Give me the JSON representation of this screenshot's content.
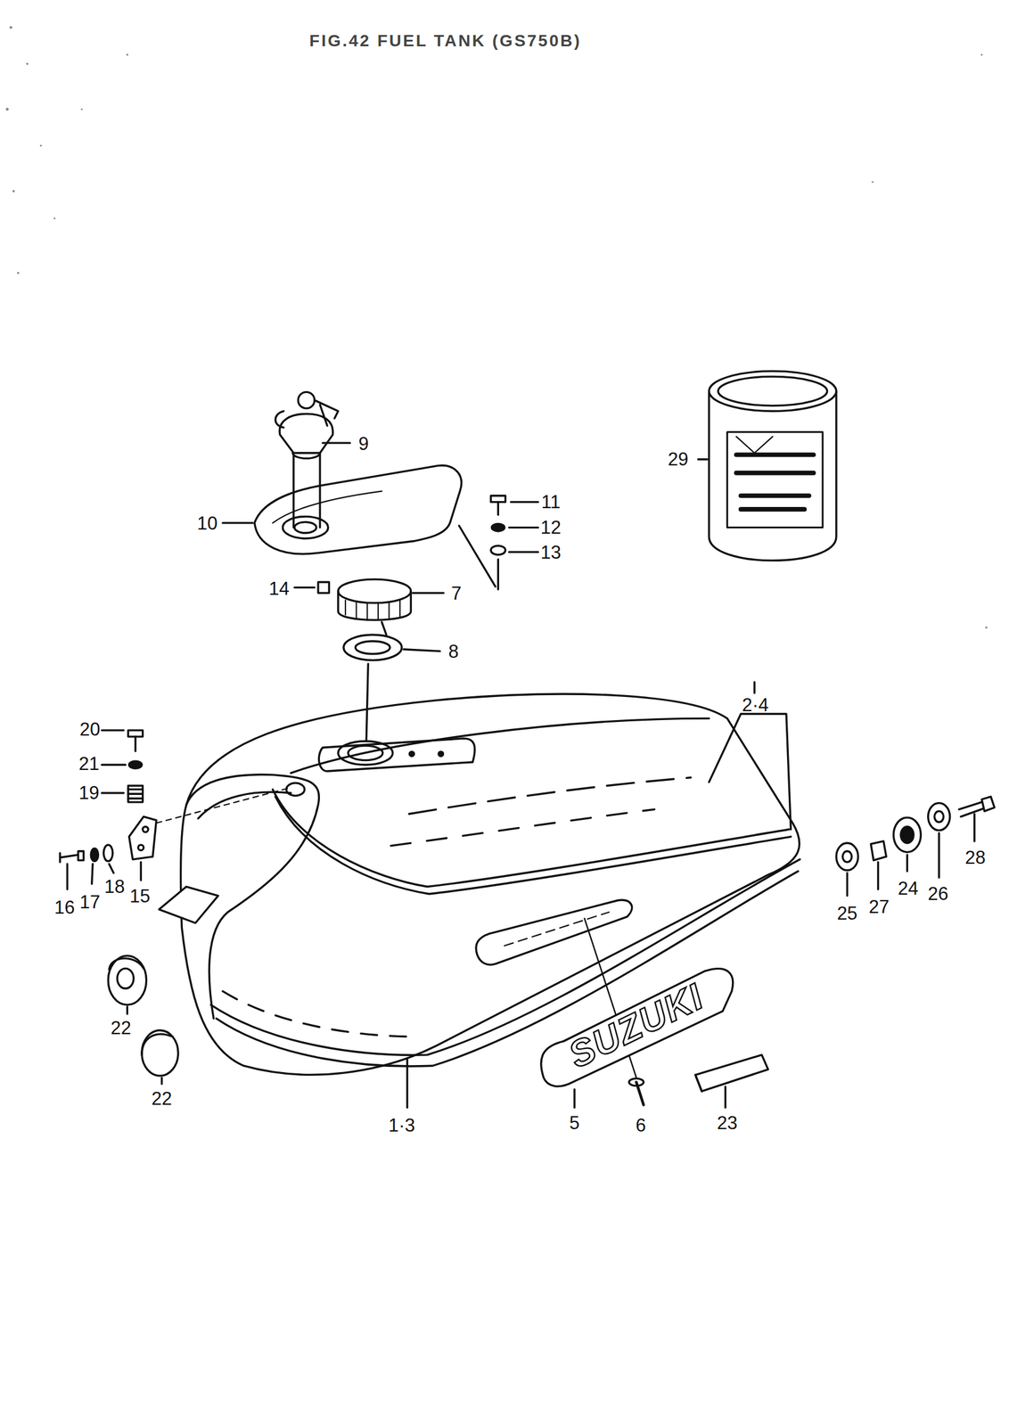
{
  "diagram": {
    "title": "FIG.42 FUEL TANK (GS750B)",
    "labels": [
      "9",
      "29",
      "10",
      "11",
      "12",
      "13",
      "14",
      "7",
      "8",
      "2·4",
      "20",
      "21",
      "19",
      "28",
      "16",
      "17",
      "18",
      "15",
      "25",
      "27",
      "24",
      "26",
      "22",
      "SUZUKI",
      "22",
      "1·3",
      "5",
      "6",
      "23"
    ]
  }
}
